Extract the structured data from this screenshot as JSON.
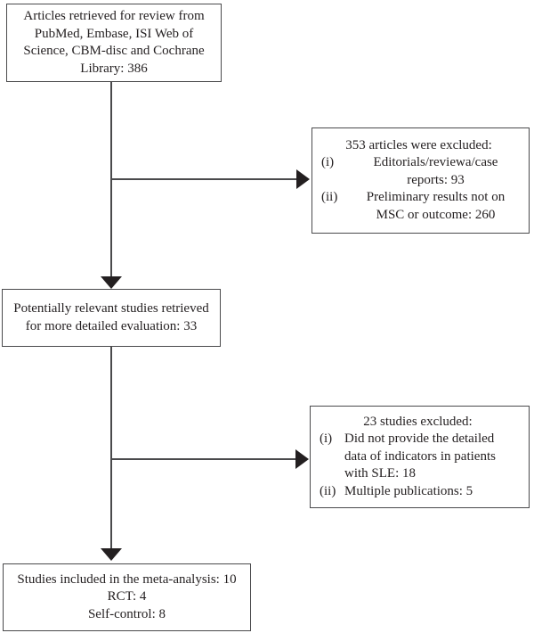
{
  "colors": {
    "background": "#ffffff",
    "text": "#231f20",
    "box_border": "#4a4a4c",
    "connector_line": "#4a4a4c",
    "arrowhead": "#231f20"
  },
  "boxes": {
    "retrieved": {
      "lines": [
        "Articles retrieved for review from",
        "PubMed, Embase, ISI Web of",
        "Science, CBM-disc and Cochrane",
        "Library: 386"
      ]
    },
    "excluded_first": {
      "title": "353 articles were excluded:",
      "items": [
        {
          "marker": "(i)",
          "lines": [
            "Editorials/reviewa/case",
            "reports: 93"
          ]
        },
        {
          "marker": "(ii)",
          "lines": [
            "Preliminary results not on",
            "MSC or outcome: 260"
          ]
        }
      ]
    },
    "relevant": {
      "lines": [
        "Potentially relevant studies retrieved",
        "for more detailed evaluation: 33"
      ]
    },
    "excluded_second": {
      "title": "23 studies excluded:",
      "items": [
        {
          "marker": "(i)",
          "lines": [
            "Did not provide the detailed",
            "data of indicators in patients",
            "with SLE: 18"
          ]
        },
        {
          "marker": "(ii)",
          "lines": [
            "Multiple publications: 5"
          ]
        }
      ]
    },
    "included": {
      "lines": [
        "Studies included in the meta-analysis: 10",
        "RCT: 4",
        "Self-control: 8"
      ]
    }
  }
}
